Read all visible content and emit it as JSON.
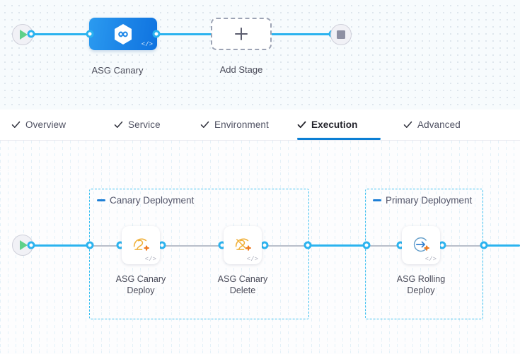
{
  "stage_canvas": {
    "start_node": {
      "icon": "play-icon",
      "label": "start"
    },
    "end_node": {
      "icon": "stop-icon",
      "label": "end"
    },
    "stages": [
      {
        "name": "ASG Canary",
        "icon": "harness-hexagon-infinity-icon",
        "badge": "</>",
        "selected": true
      },
      {
        "name": "Add Stage",
        "icon": "plus-icon",
        "add": true
      }
    ]
  },
  "tabs": {
    "items": [
      {
        "label": "Overview",
        "check": "check-icon",
        "active": false
      },
      {
        "label": "Service",
        "check": "check-icon",
        "active": false
      },
      {
        "label": "Environment",
        "check": "check-icon",
        "active": false
      },
      {
        "label": "Execution",
        "check": "check-icon",
        "active": true
      },
      {
        "label": "Advanced",
        "check": "check-icon",
        "active": false
      }
    ],
    "active_accent": "#0b7fd4"
  },
  "execution": {
    "start_node": {
      "icon": "play-icon"
    },
    "groups": [
      {
        "title": "Canary Deployment",
        "collapse_icon": "collapse-dash-icon",
        "steps": [
          {
            "name": "ASG Canary Deploy",
            "line1": "ASG Canary",
            "line2": "Deploy",
            "icon": "asg-canary-deploy-icon",
            "badge": "</>"
          },
          {
            "name": "ASG Canary Delete",
            "line1": "ASG Canary",
            "line2": "Delete",
            "icon": "asg-canary-delete-icon",
            "badge": "</>"
          }
        ]
      },
      {
        "title": "Primary Deployment",
        "collapse_icon": "collapse-dash-icon",
        "steps": [
          {
            "name": "ASG Rolling Deploy",
            "line1": "ASG Rolling",
            "line2": "Deploy",
            "icon": "asg-rolling-deploy-icon",
            "badge": "</>"
          }
        ]
      }
    ]
  },
  "colors": {
    "edge": "#2bb3ef",
    "group_border": "#3cc0f0",
    "stage_blue": "#1e87e8",
    "aws_orange": "#ef7c21",
    "asg_amber": "#f2b544",
    "rolling_blue": "#5a9ec9"
  }
}
